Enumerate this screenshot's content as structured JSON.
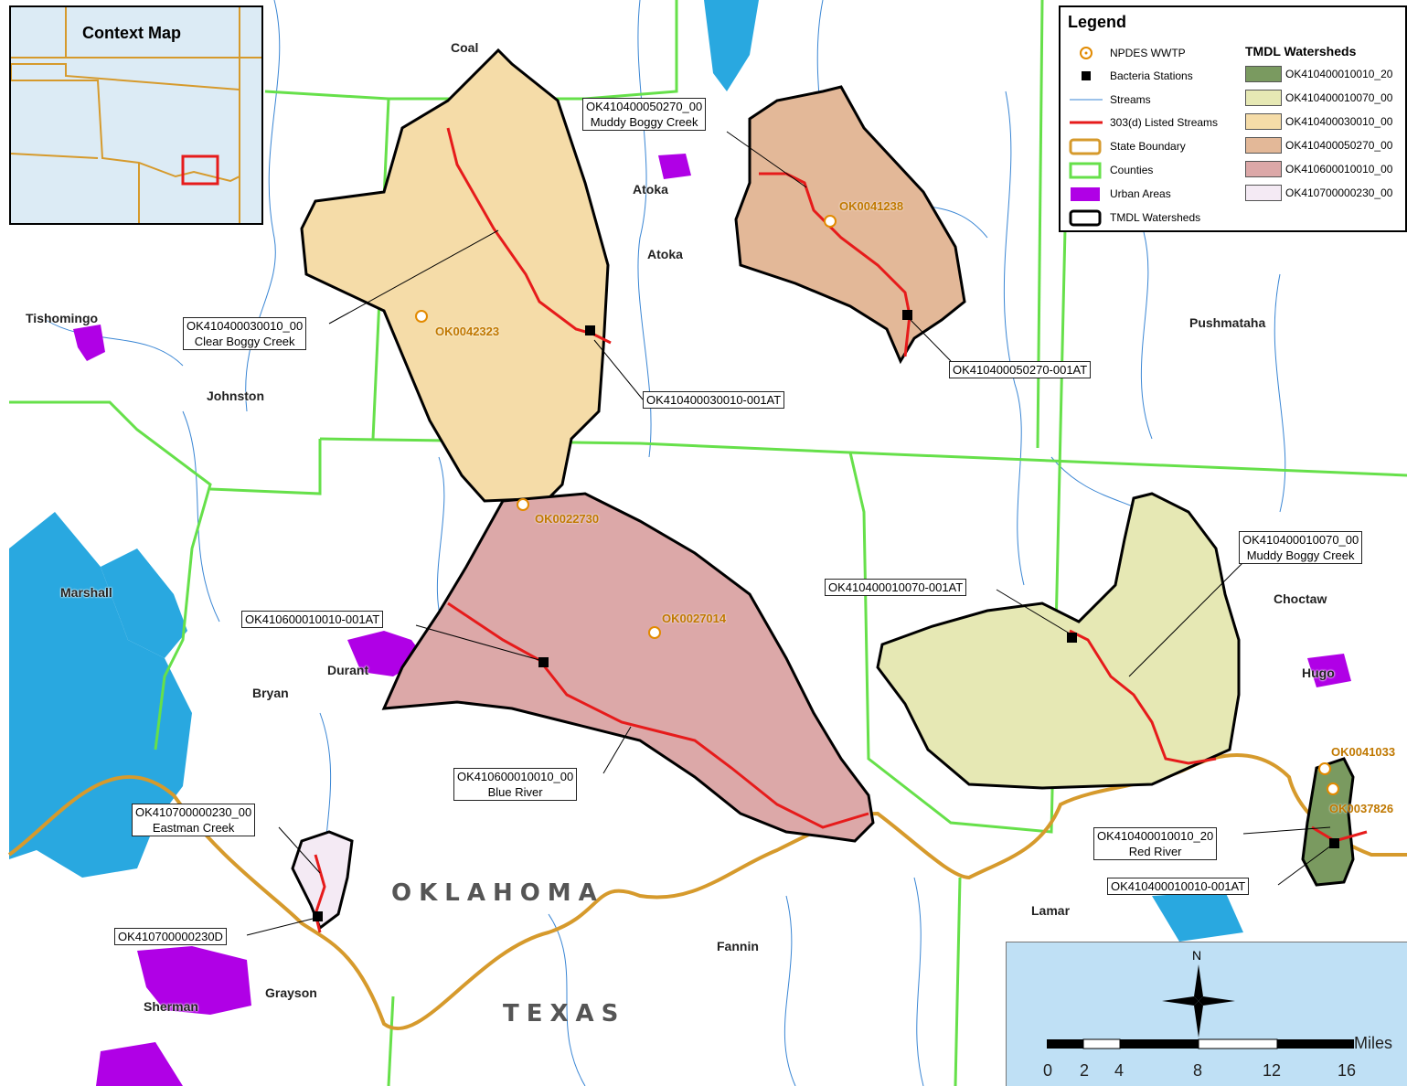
{
  "context_map": {
    "title": "Context Map"
  },
  "legend": {
    "title": "Legend",
    "items": [
      {
        "label": "NPDES WWTP",
        "icon": "wwtp-circle"
      },
      {
        "label": "Bacteria Stations",
        "icon": "black-square"
      },
      {
        "label": "Streams",
        "icon": "blue-line"
      },
      {
        "label": "303(d) Listed Streams",
        "icon": "red-line"
      },
      {
        "label": "State Boundary",
        "icon": "orange-box"
      },
      {
        "label": "Counties",
        "icon": "green-box"
      },
      {
        "label": "Urban Areas",
        "icon": "purple-box"
      },
      {
        "label": "TMDL Watersheds",
        "icon": "black-box"
      }
    ],
    "watersheds_title": "TMDL Watersheds",
    "watersheds": [
      {
        "label": "OK410400010010_20",
        "color": "#7a9a60"
      },
      {
        "label": "OK410400010070_00",
        "color": "#e6e8b4"
      },
      {
        "label": "OK410400030010_00",
        "color": "#f5dca8"
      },
      {
        "label": "OK410400050270_00",
        "color": "#e3b898"
      },
      {
        "label": "OK410600010010_00",
        "color": "#dca8a8"
      },
      {
        "label": "OK410700000230_00",
        "color": "#f4eaf4"
      }
    ]
  },
  "callouts": {
    "muddy_top_id": "OK410400050270_00",
    "muddy_top_name": "Muddy Boggy Creek",
    "clear_id": "OK410400030010_00",
    "clear_name": "Clear Boggy Creek",
    "clear_station": "OK410400030010-001AT",
    "muddy_top_station": "OK410400050270-001AT",
    "blue_station": "OK410600010010-001AT",
    "blue_id": "OK410600010010_00",
    "blue_name": "Blue River",
    "eastman_id": "OK410700000230_00",
    "eastman_name": "Eastman Creek",
    "eastman_station": "OK410700000230D",
    "muddy_se_station": "OK410400010070-001AT",
    "muddy_se_id": "OK410400010070_00",
    "muddy_se_name": "Muddy Boggy Creek",
    "red_id": "OK410400010010_20",
    "red_name": "Red River",
    "red_station": "OK410400010010-001AT"
  },
  "wwtp_labels": [
    "OK0041238",
    "OK0042323",
    "OK0022730",
    "OK0027014",
    "OK0041033",
    "OK0037826"
  ],
  "counties": [
    "Coal",
    "Atoka",
    "Atoka",
    "Tishomingo",
    "Johnston",
    "Pushmataha",
    "Marshall",
    "Durant",
    "Bryan",
    "Choctaw",
    "Hugo",
    "Lamar",
    "Fannin",
    "Grayson",
    "Sherman"
  ],
  "states": {
    "oklahoma": "OKLAHOMA",
    "texas": "TEXAS"
  },
  "scale": {
    "north": "N",
    "unit": "Miles",
    "ticks": [
      "0",
      "2",
      "4",
      "8",
      "12",
      "16"
    ]
  }
}
